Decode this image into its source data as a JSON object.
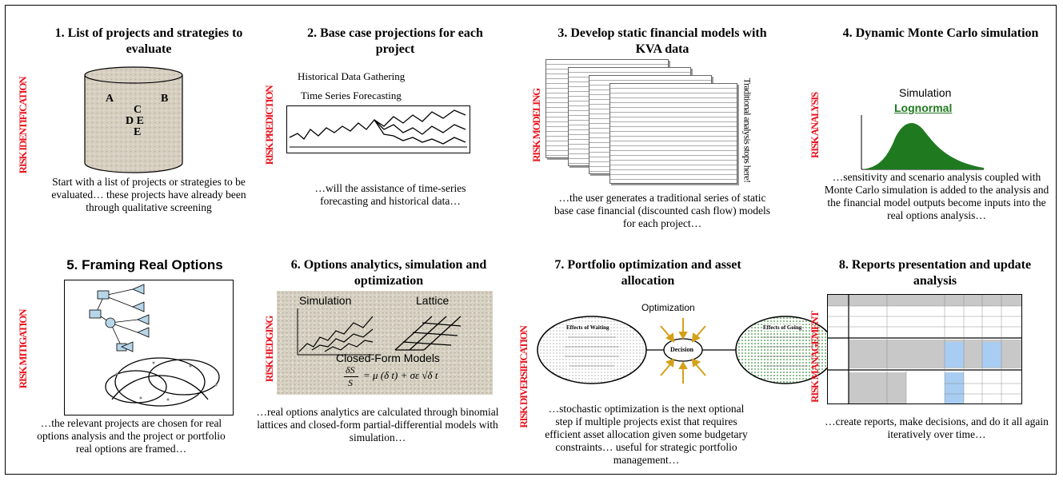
{
  "panels": [
    {
      "title": "1. List of projects and strategies to evaluate",
      "side_label": "RISK IDENTIFICATION",
      "caption": "Start with a list of projects or strategies to be evaluated… these projects have already been through qualitative screening",
      "cylinder_letters": [
        "A",
        "B",
        "C",
        "D E",
        "E"
      ]
    },
    {
      "title": "2. Base case projections for each project",
      "side_label": "RISK PREDICTION",
      "caption": "…will the assistance of time-series forecasting and historical data…",
      "graphic_lines": [
        "Historical Data Gathering",
        "Time Series Forecasting"
      ]
    },
    {
      "title": "3. Develop static financial models with KVA data",
      "side_label": "RISK MODELING",
      "caption": "…the user generates a traditional series of static base case financial (discounted cash flow) models for each project…",
      "vertical_note": "Traditional analysis stops here!"
    },
    {
      "title": "4. Dynamic Monte Carlo simulation",
      "side_label": "RISK ANALYSIS",
      "caption": "…sensitivity and scenario analysis coupled with Monte Carlo simulation is added to the analysis and the financial model outputs become inputs into the real options analysis…",
      "graphic_title": "Simulation",
      "distribution": "Lognormal",
      "accent": "#1f7a1f"
    },
    {
      "title": "5. Framing Real Options",
      "side_label": "RISK MITIGATION",
      "caption": "…the relevant projects are chosen for real options analysis and the project or portfolio real options are framed…"
    },
    {
      "title": "6. Options analytics, simulation and optimization",
      "side_label": "RISK HEDGING",
      "caption": "…real options analytics are calculated through binomial lattices and closed-form partial-differential models with simulation…",
      "labels": {
        "simulation": "Simulation",
        "lattice": "Lattice",
        "closed_form": "Closed-Form Models"
      },
      "formula": {
        "numer": "δS",
        "denom": "S",
        "rhs": "= μ (δ t) + σε √δ t"
      }
    },
    {
      "title": "7. Portfolio optimization and asset allocation",
      "side_label": "RISK DIVERSIFICATION",
      "caption": "…stochastic optimization is the next optional step if multiple projects exist that requires efficient asset allocation given some budgetary constraints… useful for strategic portfolio management…",
      "graphic_title": "Optimization",
      "left_oval": "Effects of Waiting",
      "center": "Decision",
      "right_oval": "Effects of Going"
    },
    {
      "title": "8. Reports presentation and update analysis",
      "side_label": "RISK MANAGEMENT",
      "caption": "…create reports, make decisions, and do it all again iteratively over time…",
      "highlight": "#a9cdf2"
    }
  ],
  "colors": {
    "side_label": "#e8141e",
    "sim_green": "#1f7a1f"
  }
}
